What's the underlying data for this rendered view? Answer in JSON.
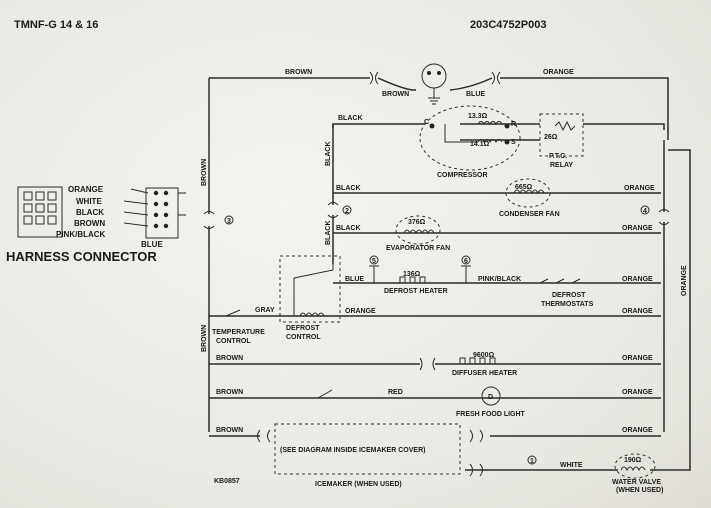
{
  "header": {
    "model": "TMNF-G 14 & 16",
    "part_number": "203C4752P003"
  },
  "harness": {
    "pins": [
      "ORANGE",
      "WHITE",
      "BLACK",
      "BROWN",
      "PINK/BLACK"
    ],
    "blue": "BLUE",
    "title": "HARNESS CONNECTOR"
  },
  "wires": {
    "brown_top": "BROWN",
    "brown_plug": "BROWN",
    "blue_plug": "BLUE",
    "orange_top": "ORANGE",
    "black_comp": "BLACK",
    "black_vert": "BLACK",
    "black_cond": "BLACK",
    "orange_cond": "ORANGE",
    "black_evap": "BLACK",
    "orange_evap": "ORANGE",
    "black_vert2": "BLACK",
    "blue_defrost": "BLUE",
    "pinkblack": "PINK/BLACK",
    "orange_defrost": "ORANGE",
    "gray": "GRAY",
    "orange_control": "ORANGE",
    "orange_control_r": "ORANGE",
    "brown_left": "BROWN",
    "brown_diffuser": "BROWN",
    "orange_diffuser": "ORANGE",
    "brown_light": "BROWN",
    "red_light": "RED",
    "orange_light": "ORANGE",
    "brown_ice": "BROWN",
    "orange_ice": "ORANGE",
    "white_valve": "WHITE",
    "orange_right": "ORANGE",
    "brown_left_v": "BROWN"
  },
  "components": {
    "compressor": {
      "label": "COMPRESSOR",
      "run": "13.3Ω",
      "start": "14.1Ω",
      "c": "C",
      "s": "S",
      "r": "R"
    },
    "relay": {
      "label": "RELAY",
      "ohm": "26Ω",
      "ptc": "P.T.C."
    },
    "condenser_fan": {
      "label": "CONDENSER FAN",
      "ohm": "665Ω"
    },
    "evaporator_fan": {
      "label": "EVAPORATOR FAN",
      "ohm": "376Ω"
    },
    "defrost_heater": {
      "label": "DEFROST HEATER",
      "ohm": "136Ω"
    },
    "defrost_thermostats": {
      "label1": "DEFROST",
      "label2": "THERMOSTATS"
    },
    "temperature_control": {
      "label1": "TEMPERATURE",
      "label2": "CONTROL"
    },
    "defrost_control": {
      "label1": "DEFROST",
      "label2": "CONTROL"
    },
    "diffuser_heater": {
      "label": "DIFFUSER HEATER",
      "ohm": "9600Ω"
    },
    "fresh_food_light": {
      "label": "FRESH FOOD LIGHT",
      "symbol": "D"
    },
    "icemaker": {
      "note": "(SEE DIAGRAM INSIDE ICEMAKER COVER)",
      "label": "ICEMAKER (WHEN USED)"
    },
    "water_valve": {
      "label1": "WATER VALVE",
      "label2": "(WHEN USED)",
      "ohm": "190Ω"
    }
  },
  "terminals": {
    "t1": "1",
    "t2": "2",
    "t3": "3",
    "t4": "4",
    "t5": "5",
    "t6": "6"
  },
  "footer": {
    "code": "KB0857"
  }
}
